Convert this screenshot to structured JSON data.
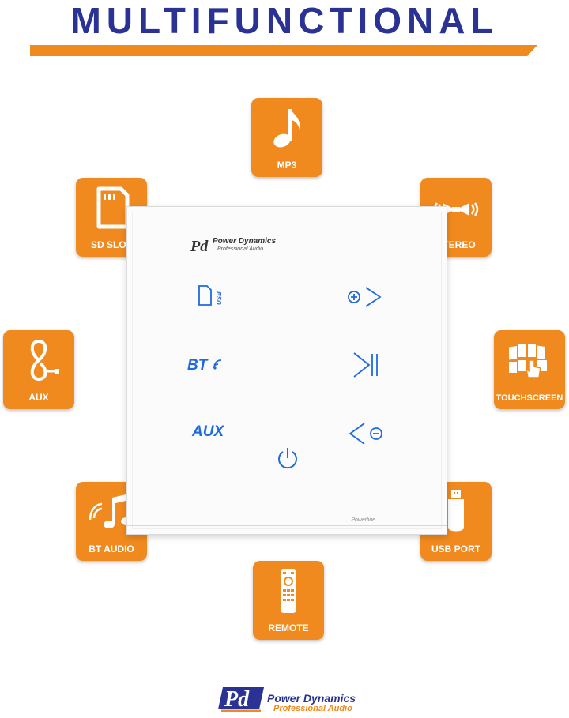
{
  "headline": "MULTIFUNCTIONAL",
  "features": [
    {
      "id": "mp3",
      "label": "MP3",
      "icon": "music-note-icon"
    },
    {
      "id": "sd",
      "label": "SD SLOT",
      "icon": "sd-card-icon"
    },
    {
      "id": "stereo",
      "label": "STEREO",
      "icon": "speakers-icon"
    },
    {
      "id": "aux",
      "label": "AUX",
      "icon": "aux-cable-icon"
    },
    {
      "id": "touch",
      "label": "TOUCHSCREEN",
      "icon": "touchscreen-icon"
    },
    {
      "id": "btaudio",
      "label": "BT AUDIO",
      "icon": "bt-audio-icon"
    },
    {
      "id": "usbport",
      "label": "USB PORT",
      "icon": "usb-stick-icon"
    },
    {
      "id": "remote",
      "label": "REMOTE",
      "icon": "remote-icon"
    }
  ],
  "panel": {
    "brand_name": "Power Dynamics",
    "brand_sub": "Professional Audio",
    "usb_label": "USB",
    "bt_label": "BT",
    "aux_label": "AUX",
    "footer_label": "Powerline"
  },
  "footer_brand": {
    "name": "Power Dynamics",
    "sub": "Professional Audio"
  },
  "colors": {
    "accent": "#ef8a1f",
    "headline": "#2a3394",
    "touch_blue": "#1f6ae0"
  }
}
